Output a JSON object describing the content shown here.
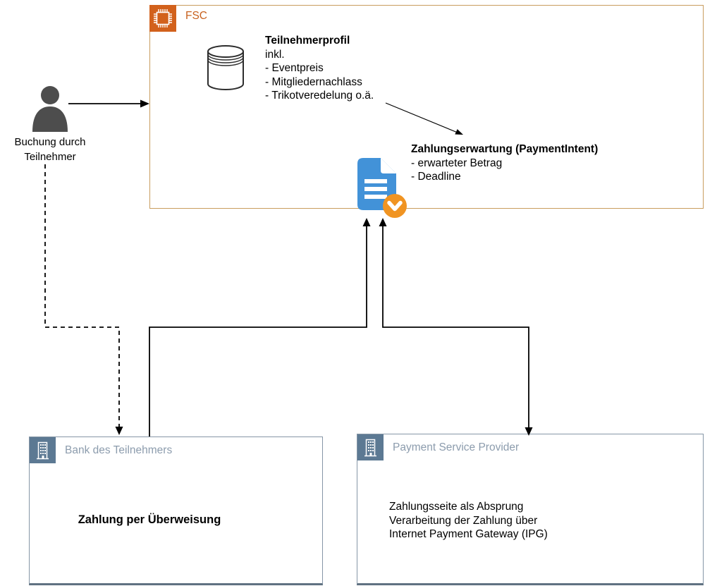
{
  "fsc": {
    "label": "FSC",
    "profile": {
      "title": "Teilnehmerprofil",
      "lines": [
        "inkl.",
        "- Eventpreis",
        "- Mitgliedernachlass",
        "- Trikotveredelung o.ä."
      ]
    },
    "payment_intent": {
      "title": "Zahlungserwartung (PaymentIntent)",
      "lines": [
        "- erwarteter Betrag",
        "- Deadline"
      ]
    }
  },
  "actor": {
    "label_line1": "Buchung durch",
    "label_line2": "Teilnehmer"
  },
  "bank": {
    "title": "Bank des Teilnehmers",
    "body": "Zahlung per Überweisung"
  },
  "psp": {
    "title": "Payment Service Provider",
    "body_title": "Zahlungsseite als Absprung",
    "body_lines": [
      "Verarbeitung der Zahlung über",
      "Internet Payment Gateway (IPG)"
    ]
  },
  "icons": {
    "chip": "chip-icon",
    "database": "database-icon",
    "person": "person-icon",
    "document": "document-icon",
    "check_badge": "check-badge-icon",
    "building": "building-icon"
  },
  "colors": {
    "fsc_border": "#C89C5E",
    "fsc_accent": "#D2611C",
    "fsc_label_text": "#C8621F",
    "document_blue": "#4292D8",
    "badge_orange": "#F09422",
    "container_header_fill": "#5C7993",
    "container_title_text": "#8C9CAD",
    "container_border": "#8696A6",
    "actor_gray": "#4D4D4D",
    "connector": "#000000"
  }
}
